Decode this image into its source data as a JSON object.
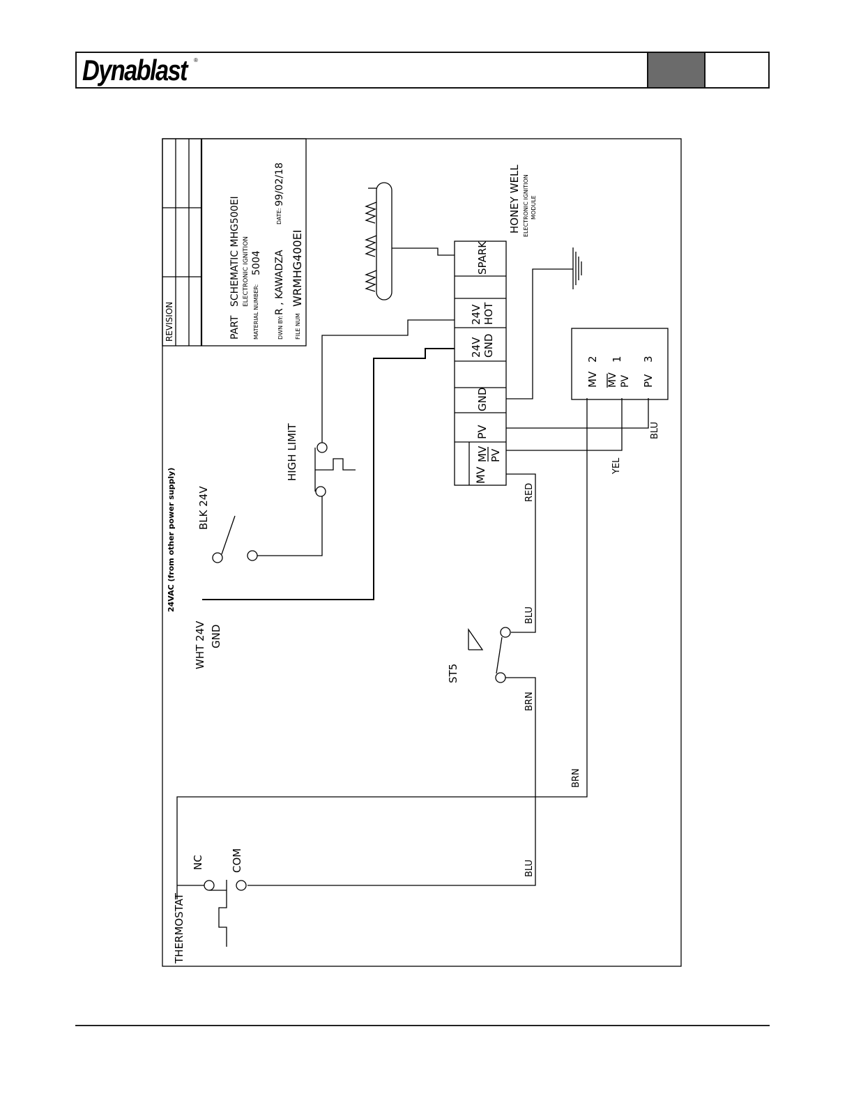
{
  "header": {
    "logo_text": "Dynablast",
    "logo_mark": "®"
  },
  "title_block": {
    "revision": "REVISION",
    "part_label": "PART",
    "part_value": "SCHEMATIC MHG500EI",
    "part_sub": "ELECTRONIC IGNITION",
    "material_label": "MATERIAL NUMBER:",
    "material_value": "5004",
    "drawn_label": "DWN BY:",
    "drawn_value": "R , KAWADZA",
    "date_label": "DATE:",
    "date_value": "99/02/18",
    "file_label": "FILE NUM",
    "file_value": "WRMHG400EI"
  },
  "labels": {
    "supply": "24VAC (from other power supply)",
    "wht": "WHT 24V",
    "gnd": "GND",
    "blk": "BLK 24V",
    "high_limit": "HIGH LIMIT",
    "st5": "ST5",
    "thermostat": "THERMOSTAT",
    "nc": "NC",
    "com": "COM",
    "honeywell": "HONEY WELL",
    "module1": "ELECTRONIC IGNITION",
    "module2": "MODULE"
  },
  "module_terminals": {
    "mv": "MV",
    "mvpv_top": "MV",
    "mvpv_bot": "PV",
    "pv": "PV",
    "gnd": "GND",
    "gnd24_a": "24V",
    "gnd24_b": "GND",
    "hot24_a": "24V",
    "hot24_b": "HOT",
    "spark": "SPARK"
  },
  "gas_valve": {
    "mv": "MV",
    "mv_num": "2",
    "mvpv_top": "MV",
    "mvpv_bot": "PV",
    "mvpv_num": "1",
    "pv": "PV",
    "pv_num": "3"
  },
  "wires": {
    "red": "RED",
    "blu_st5": "BLU",
    "brn_st5": "BRN",
    "brn_mv": "BRN",
    "blu_com": "BLU",
    "yel": "YEL",
    "blu_pv": "BLU"
  }
}
